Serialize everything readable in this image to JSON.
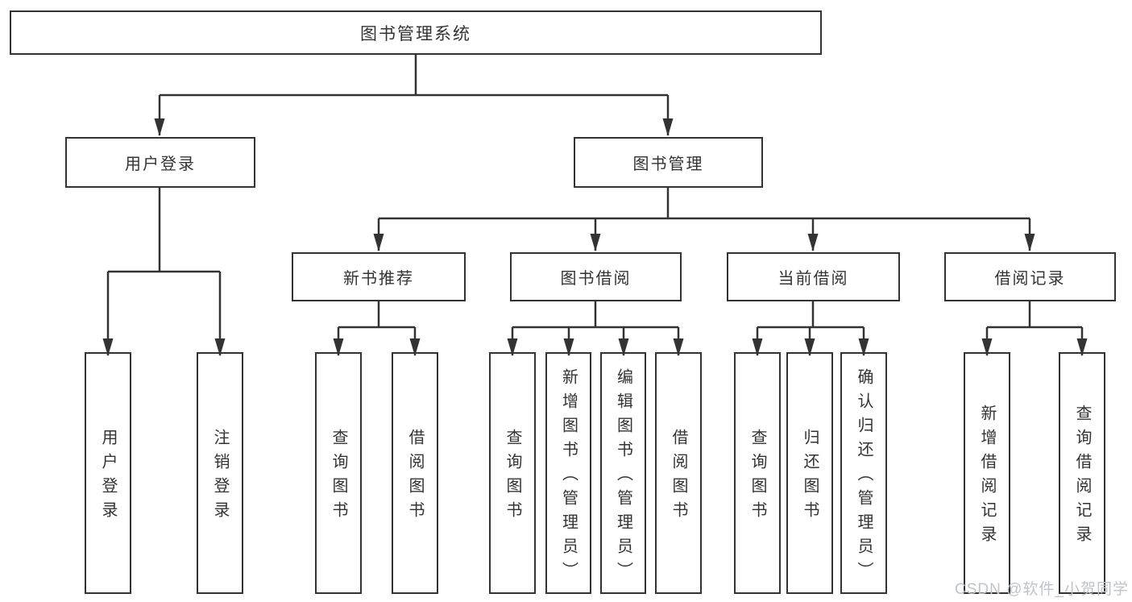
{
  "page": {
    "background": "#ffffff",
    "line_color": "#333333",
    "box_border_color": "#333333",
    "text_color": "#333333"
  },
  "watermark": {
    "text": "CSDN @软件_小贺同学",
    "color": "#bfc3ca"
  },
  "tree": {
    "root": {
      "label": "图书管理系统"
    },
    "branches": [
      {
        "label": "用户登录",
        "children": [
          {
            "label": "用户登录"
          },
          {
            "label": "注销登录"
          }
        ]
      },
      {
        "label": "图书管理",
        "children": [
          {
            "label": "新书推荐",
            "children": [
              {
                "label": "查询图书"
              },
              {
                "label": "借阅图书"
              }
            ]
          },
          {
            "label": "图书借阅",
            "children": [
              {
                "label": "查询图书"
              },
              {
                "label": "新增图书（管理员）"
              },
              {
                "label": "编辑图书（管理员）"
              },
              {
                "label": "借阅图书"
              }
            ]
          },
          {
            "label": "当前借阅",
            "children": [
              {
                "label": "查询图书"
              },
              {
                "label": "归还图书"
              },
              {
                "label": "确认归还（管理员）"
              }
            ]
          },
          {
            "label": "借阅记录",
            "children": [
              {
                "label": "新增借阅记录"
              },
              {
                "label": "查询借阅记录"
              }
            ]
          }
        ]
      }
    ]
  }
}
